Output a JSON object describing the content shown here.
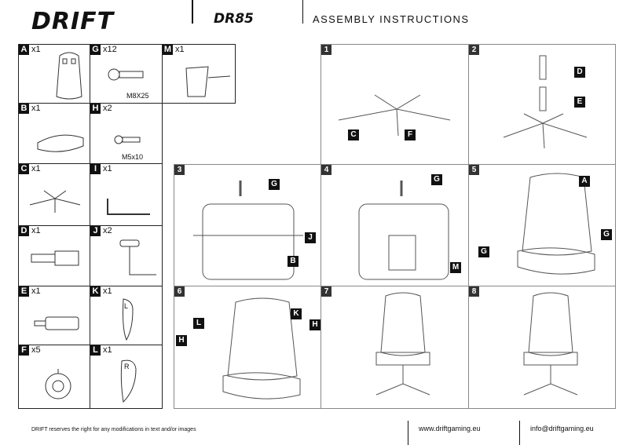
{
  "header": {
    "brand": "DRIFT",
    "model": "DR85",
    "title": "ASSEMBLY INSTRUCTIONS"
  },
  "parts": [
    {
      "label": "A",
      "qty": "x1"
    },
    {
      "label": "G",
      "qty": "x12",
      "spec": "M8X25"
    },
    {
      "label": "M",
      "qty": "x1"
    },
    {
      "label": "B",
      "qty": "x1"
    },
    {
      "label": "H",
      "qty": "x2",
      "spec": "M5x10"
    },
    {
      "label": "C",
      "qty": "x1"
    },
    {
      "label": "I",
      "qty": "x1"
    },
    {
      "label": "D",
      "qty": "x1"
    },
    {
      "label": "J",
      "qty": "x2"
    },
    {
      "label": "E",
      "qty": "x1"
    },
    {
      "label": "K",
      "qty": "x1",
      "mark": "L"
    },
    {
      "label": "F",
      "qty": "x5"
    },
    {
      "label": "L",
      "qty": "x1",
      "mark": "R"
    }
  ],
  "steps": [
    {
      "num": "1",
      "callouts": [
        "C",
        "F"
      ]
    },
    {
      "num": "2",
      "callouts": [
        "D",
        "E"
      ]
    },
    {
      "num": "3",
      "callouts": [
        "G",
        "J",
        "B"
      ]
    },
    {
      "num": "4",
      "callouts": [
        "G",
        "M"
      ]
    },
    {
      "num": "5",
      "callouts": [
        "A",
        "G",
        "G"
      ]
    },
    {
      "num": "6",
      "callouts": [
        "L",
        "K",
        "H",
        "H"
      ]
    },
    {
      "num": "7",
      "callouts": []
    },
    {
      "num": "8",
      "callouts": []
    }
  ],
  "footer": {
    "disclaimer": "DRIFT reserves the right for any modifications in text and/or images",
    "web": "www.driftgaming.eu",
    "email": "info@driftgaming.eu"
  }
}
